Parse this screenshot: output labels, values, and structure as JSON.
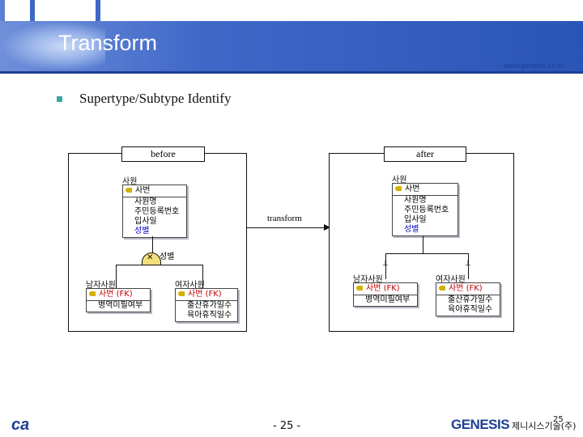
{
  "header": {
    "company": "제니시스기술㈜",
    "title": "Transform",
    "url": "www.genesis.co.kr"
  },
  "bullet": {
    "text": "Supertype/Subtype Identify"
  },
  "diagram": {
    "before_label": "before",
    "after_label": "after",
    "transform_label": "transform",
    "discriminator": "성별",
    "before": {
      "super": {
        "name": "사원",
        "pk": "사번",
        "attrs": [
          "사원명",
          "주민등록번호",
          "입사일"
        ],
        "extra": "성별"
      },
      "sub1": {
        "name": "남자사원",
        "pk": "사번 (FK)",
        "attrs": [
          "병역미필여부"
        ]
      },
      "sub2": {
        "name": "여자사원",
        "pk": "사번 (FK)",
        "attrs": [
          "출산휴가일수",
          "육아휴직일수"
        ]
      }
    },
    "after": {
      "super": {
        "name": "사원",
        "pk": "사번",
        "attrs": [
          "사원명",
          "주민등록번호",
          "입사일"
        ],
        "extra": "성별"
      },
      "sub1": {
        "name": "남자사원",
        "pk": "사번 (FK)",
        "attrs": [
          "병역미필여부"
        ]
      },
      "sub2": {
        "name": "여자사원",
        "pk": "사번 (FK)",
        "attrs": [
          "출산휴가일수",
          "육아휴직일수"
        ]
      }
    }
  },
  "footer": {
    "page": "- 25 -",
    "page_small": "25",
    "ca": "ca",
    "genesis": "GENESIS",
    "genesis_company": "제니시스기술(주)"
  },
  "colors": {
    "header_blue": "#2a55b8",
    "bullet_teal": "#3aa9a0",
    "fk_red": "#c00000",
    "attr_blue": "#0000c0"
  }
}
